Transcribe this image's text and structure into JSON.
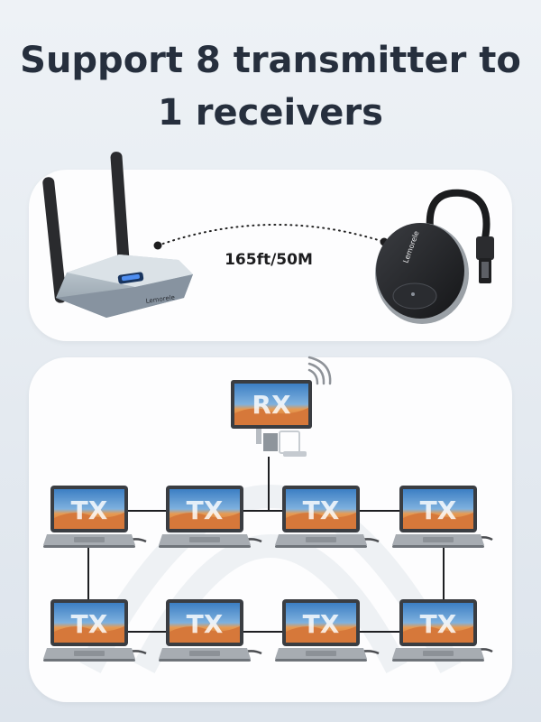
{
  "headline": {
    "line1": "Support 8 transmitter to",
    "line2": "1 receivers"
  },
  "range": {
    "distance_label": "165ft/50M"
  },
  "devices": {
    "receiver_brand": "Lemorele",
    "transmitter_brand": "Lemorele"
  },
  "network": {
    "receiver_label": "RX",
    "transmitter_labels": [
      "TX",
      "TX",
      "TX",
      "TX",
      "TX",
      "TX",
      "TX",
      "TX"
    ]
  },
  "colors": {
    "headline": "#262f3d",
    "panel": "#fdfdfe",
    "sky": "#4a89c9",
    "desert": "#e28a3e",
    "laptop_body": "#9ea3a9"
  }
}
